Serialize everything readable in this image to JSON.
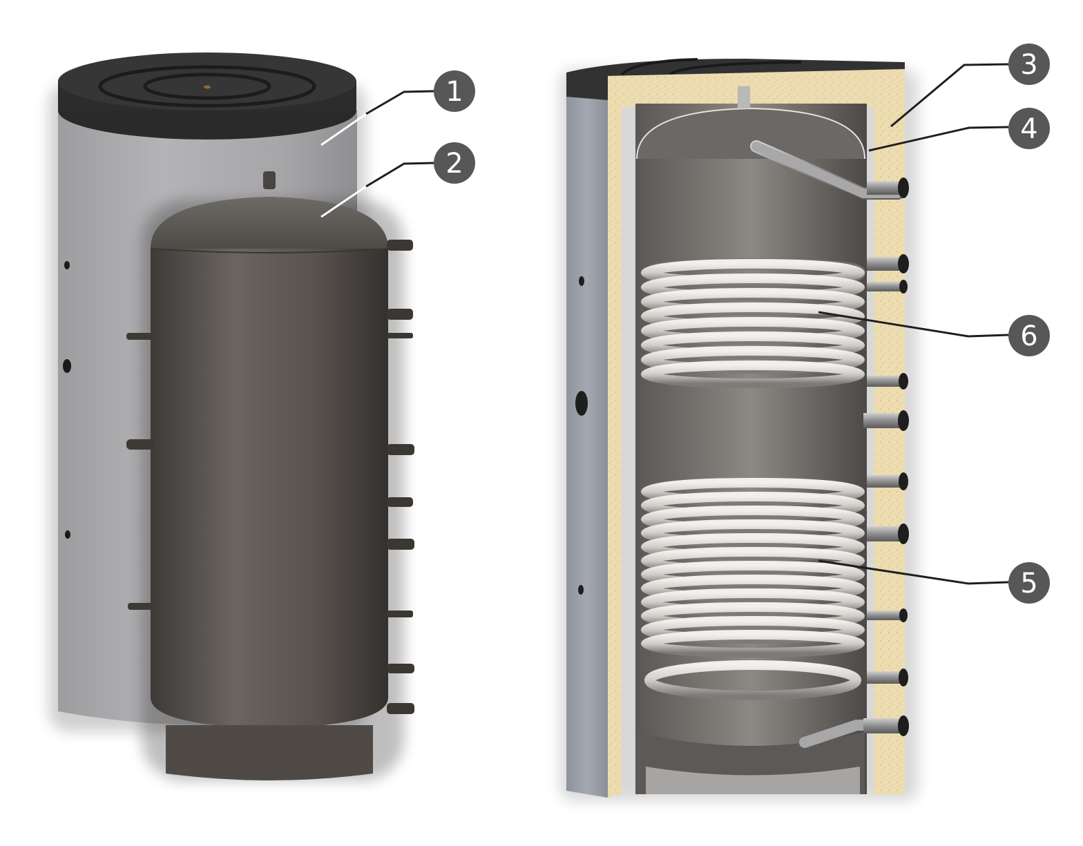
{
  "figure": {
    "description": "Thermal storage tank with two heat-exchanger coils: exterior exploded view (left) and cutaway view (right)",
    "colors": {
      "background": "#ffffff",
      "callout_fill": "#575757",
      "callout_text": "#ffffff",
      "leader_line_dark": "#1e1e1e",
      "leader_line_light": "#ffffff",
      "jacket_gray": "#a9a9ab",
      "jacket_blue_gray": "#9aa0aa",
      "lid_dark": "#2f2f2f",
      "tank_dark": "#58534f",
      "insulation_foam": "#ecdcb0",
      "tank_interior": "#7a7774",
      "coil_silver": "#d8d6d2",
      "pipe_steel": "#9a9a9a"
    }
  },
  "left_view": {
    "name": "exterior-exploded-view",
    "parts": [
      "outer-jacket",
      "top-lid",
      "inner-tank",
      "side-connectors",
      "base-ring"
    ]
  },
  "right_view": {
    "name": "cutaway-view",
    "parts": [
      "outer-jacket",
      "foam-insulation",
      "tank-wall",
      "upper-coil",
      "lower-coil",
      "dip-tube-top",
      "dip-tube-bottom",
      "side-connectors"
    ]
  },
  "callouts": [
    {
      "number": "1",
      "target": "outer-jacket"
    },
    {
      "number": "2",
      "target": "inner-tank"
    },
    {
      "number": "3",
      "target": "foam-insulation"
    },
    {
      "number": "4",
      "target": "tank-wall"
    },
    {
      "number": "6",
      "target": "upper-coil"
    },
    {
      "number": "5",
      "target": "lower-coil"
    }
  ]
}
